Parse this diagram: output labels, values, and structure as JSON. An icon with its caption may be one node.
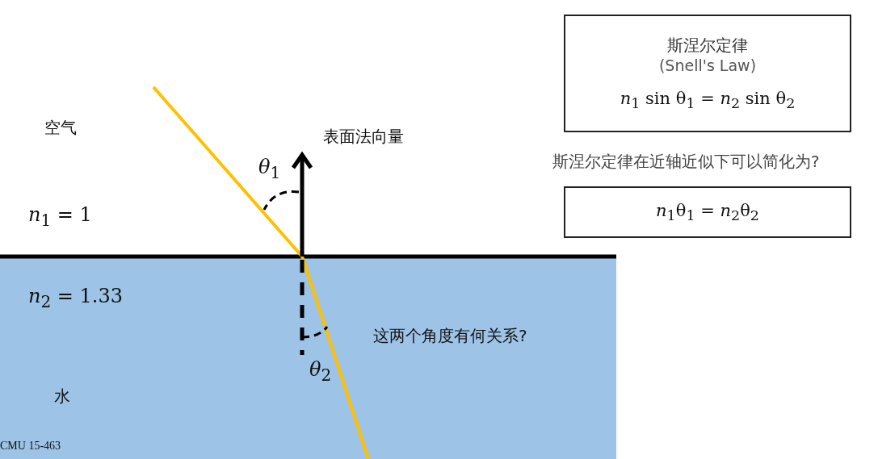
{
  "diagram": {
    "nodes": [
      {
        "text": [
          "斯涅尔定律",
          "(Snell's Law)",
          "*n*$_{1}$ sin θ$_{1}$ = *n*$_{2}$ sin θ$_{2}$"
        ]
      },
      {
        "text": [
          "*n*$_{1}$θ$_{1}$ = *n*$_{2}$θ$_{2}$"
        ]
      }
    ],
    "labels": [
      "空气",
      "表面法向量",
      "*θ*$_{1}$",
      "*n*$_{1}$ = 1",
      "*n*$_{2}$ = 1.33",
      "这两个角度有何关系?",
      "*θ*$_{2}$",
      "水",
      "CMU 15-463",
      "斯涅尔定律在近轴近似下可以简化为?"
    ]
  }
}
